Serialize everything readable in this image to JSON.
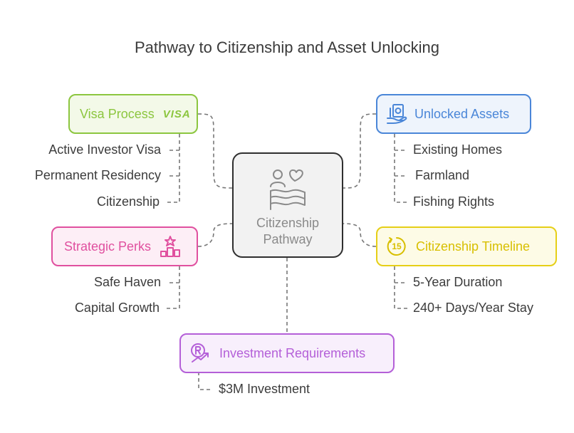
{
  "title": "Pathway to Citizenship and Asset Unlocking",
  "center": {
    "label_line1": "Citizenship",
    "label_line2": "Pathway",
    "icon": "people-heart-flag-icon"
  },
  "colors": {
    "visa": "#8cc63f",
    "visa_bg": "#f3f9e8",
    "assets": "#4a86d8",
    "assets_bg": "#eef4fc",
    "perks": "#e0509f",
    "perks_bg": "#fdeef6",
    "timeline": "#e6cf17",
    "timeline_bg": "#fdfbe6",
    "investment": "#b45fd8",
    "investment_bg": "#f8effc",
    "connector": "#777777"
  },
  "branches": {
    "visa": {
      "label": "Visa Process",
      "icon_text": "VISA",
      "items": [
        "Active Investor Visa",
        "Permanent Residency",
        "Citizenship"
      ]
    },
    "assets": {
      "label": "Unlocked Assets",
      "icon": "money-hand-icon",
      "items": [
        "Existing Homes",
        "Farmland",
        "Fishing Rights"
      ]
    },
    "perks": {
      "label": "Strategic Perks",
      "icon": "podium-star-icon",
      "items": [
        "Safe Haven",
        "Capital Growth"
      ]
    },
    "timeline": {
      "label": "Citizenship Timeline",
      "icon_text": "15",
      "items": [
        "5-Year Duration",
        "240+ Days/Year Stay"
      ]
    },
    "investment": {
      "label": "Investment Requirements",
      "icon": "coin-growth-icon",
      "items": [
        "$3M Investment"
      ]
    }
  }
}
